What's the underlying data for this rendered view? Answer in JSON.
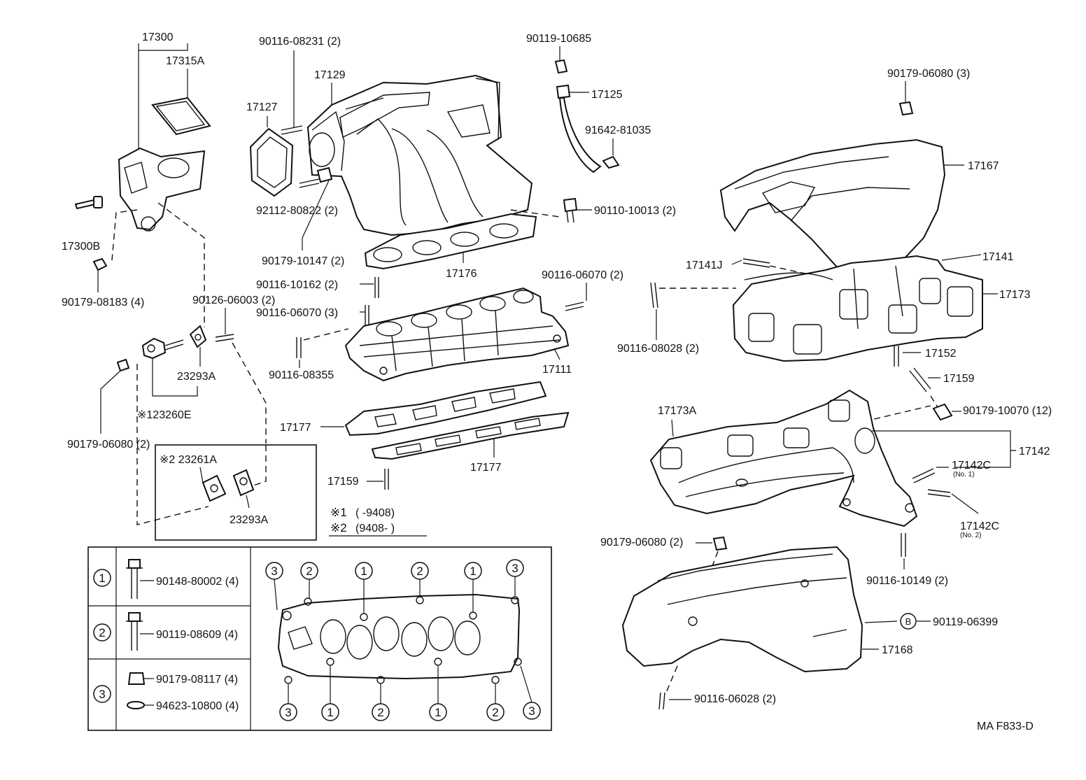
{
  "diagram": {
    "code": "MA F833-D",
    "parts": {
      "p17300": "17300",
      "p17315A": "17315A",
      "p17300B": "17300B",
      "p90179_08183": "90179-08183 (4)",
      "p90116_08231": "90116-08231 (2)",
      "p17129": "17129",
      "p17127": "17127",
      "p92112_80822": "92112-80822 (2)",
      "p90179_10147": "90179-10147 (2)",
      "p17176": "17176",
      "p90119_10685": "90119-10685",
      "p17125": "17125",
      "p91642_81035": "91642-81035",
      "p90110_10013": "90110-10013 (2)",
      "p90179_06080_3": "90179-06080 (3)",
      "p17167": "17167",
      "p17141J": "17141J",
      "p17141": "17141",
      "p17173": "17173",
      "p90116_08028_a": "90116-08028 (2)",
      "p17152": "17152",
      "p17159_a": "17159",
      "p90179_10070": "90179-10070 (12)",
      "p17173A": "17173A",
      "p17142": "17142",
      "p17142C_1": "17142C",
      "no1": "(No. 1)",
      "p17142C_2": "17142C",
      "no2": "(No. 2)",
      "p90116_10149": "90116-10149 (2)",
      "p90179_06080_2b": "90179-06080 (2)",
      "p90119_06399": "90119-06399",
      "markB": "B",
      "p17168": "17168",
      "p90116_06028": "90116-06028 (2)",
      "p90126_06003": "90126-06003 (2)",
      "p23293A_a": "23293A",
      "p123260E": "※123260E",
      "p90179_06080_2a": "90179-06080 (2)",
      "p23261A": "※2 23261A",
      "p23293A_b": "23293A",
      "p90116_10162": "90116-10162 (2)",
      "p90116_06070_3": "90116-06070 (3)",
      "p90116_06070_2": "90116-06070 (2)",
      "p90116_08355": "90116-08355",
      "p17111": "17111",
      "p17177_a": "17177",
      "p17177_b": "17177",
      "p17159_b": "17159"
    },
    "notes": {
      "n1_mark": "※1",
      "n1_text": "(         -9408)",
      "n2_mark": "※2",
      "n2_text": "(9408-         )"
    },
    "legend": {
      "m1": "1",
      "m2": "2",
      "m3": "3",
      "r1": "90148-80002 (4)",
      "r2": "90119-08609 (4)",
      "r3a": "90179-08117 (4)",
      "r3b": "94623-10800 (4)"
    },
    "sequence_top": [
      "3",
      "2",
      "1",
      "2",
      "1",
      "3"
    ],
    "sequence_bottom": [
      "3",
      "1",
      "2",
      "1",
      "2",
      "3"
    ]
  }
}
